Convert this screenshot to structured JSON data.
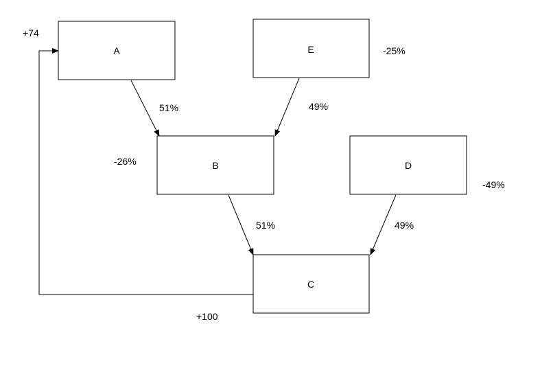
{
  "nodes": {
    "A": {
      "label": "A",
      "value": "+74"
    },
    "B": {
      "label": "B",
      "value": "-26%"
    },
    "C": {
      "label": "C",
      "value": "+100"
    },
    "D": {
      "label": "D",
      "value": "-49%"
    },
    "E": {
      "label": "E",
      "value": "-25%"
    }
  },
  "edges": {
    "a_b": {
      "from": "A",
      "to": "B",
      "label": "51%"
    },
    "e_b": {
      "from": "E",
      "to": "B",
      "label": "49%"
    },
    "b_c": {
      "from": "B",
      "to": "C",
      "label": "51%"
    },
    "d_c": {
      "from": "D",
      "to": "C",
      "label": "49%"
    },
    "c_a": {
      "from": "C",
      "to": "A",
      "label": ""
    }
  },
  "colors": {
    "stroke": "#000000",
    "fill": "#ffffff"
  }
}
